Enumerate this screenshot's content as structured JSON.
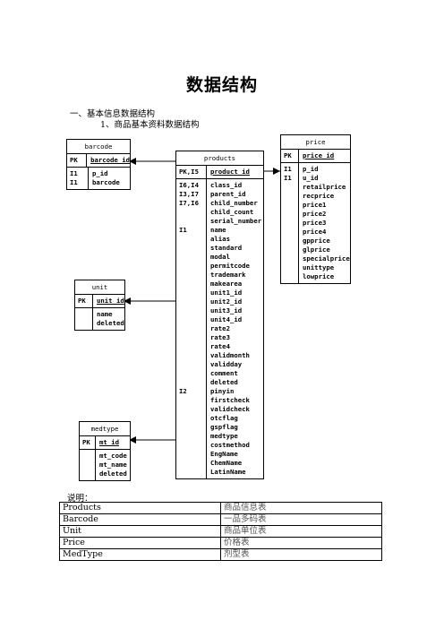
{
  "doc": {
    "title": "数据结构",
    "heading1": "一、基本信息数据结构",
    "heading2": "1、商品基本资料数据结构",
    "note_label": "说明："
  },
  "entities": {
    "barcode": {
      "name": "barcode",
      "pk": {
        "label": "PK",
        "fields": [
          "barcode_id"
        ]
      },
      "body": {
        "labels": [
          "I1",
          "I1"
        ],
        "fields": [
          "p_id",
          "barcode"
        ]
      }
    },
    "products": {
      "name": "products",
      "pk": {
        "label": "PK,I5",
        "fields": [
          "product_id"
        ]
      },
      "body": {
        "labels": [
          "I6,I4",
          "I3,I7",
          "I7,I6",
          "",
          "",
          "I1",
          "",
          "",
          "",
          "",
          "",
          "",
          "",
          "",
          "",
          "",
          "",
          "",
          "",
          "",
          "",
          "",
          "",
          "I2",
          "",
          "",
          "",
          "",
          "",
          "",
          "",
          "",
          ""
        ],
        "fields": [
          "class_id",
          "parent_id",
          "child_number",
          "child_count",
          "serial_number",
          "name",
          "alias",
          "standard",
          "modal",
          "permitcode",
          "trademark",
          "makearea",
          "unit1_id",
          "unit2_id",
          "unit3_id",
          "unit4_id",
          "rate2",
          "rate3",
          "rate4",
          "validmonth",
          "validday",
          "comment",
          "deleted",
          "pinyin",
          "firstcheck",
          "validcheck",
          "otcflag",
          "gspflag",
          "medtype",
          "costmethod",
          "EngName",
          "ChemName",
          "LatinName"
        ]
      }
    },
    "price": {
      "name": "price",
      "pk": {
        "label": "PK",
        "fields": [
          "price_id"
        ]
      },
      "body": {
        "labels": [
          "I1",
          "I1"
        ],
        "fields": [
          "p_id",
          "u_id",
          "retailprice",
          "recprice",
          "price1",
          "price2",
          "price3",
          "price4",
          "gpprice",
          "glprice",
          "specialprice",
          "unittype",
          "lowprice"
        ]
      }
    },
    "unit": {
      "name": "unit",
      "pk": {
        "label": "PK",
        "fields": [
          "unit_id"
        ]
      },
      "body": {
        "labels": [],
        "fields": [
          "name",
          "deleted"
        ]
      }
    },
    "medtype": {
      "name": "medtype",
      "pk": {
        "label": "PK",
        "fields": [
          "mt_id"
        ]
      },
      "body": {
        "labels": [],
        "fields": [
          "mt_code",
          "mt_name",
          "deleted"
        ]
      }
    }
  },
  "legend": {
    "rows": [
      {
        "name": "Products",
        "desc": "商品信息表"
      },
      {
        "name": "Barcode",
        "desc": "一品多码表"
      },
      {
        "name": "Unit",
        "desc": "商品单位表"
      },
      {
        "name": "Price",
        "desc": "价格表"
      },
      {
        "name": "MedType",
        "desc": "剂型表"
      }
    ]
  }
}
